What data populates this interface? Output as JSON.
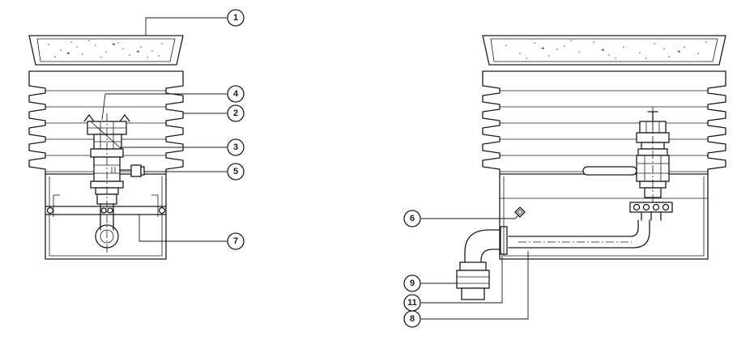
{
  "callouts": [
    {
      "id": "c1",
      "label": "1"
    },
    {
      "id": "c2",
      "label": "2"
    },
    {
      "id": "c3",
      "label": "3"
    },
    {
      "id": "c4",
      "label": "4"
    },
    {
      "id": "c5",
      "label": "5"
    },
    {
      "id": "c6",
      "label": "6"
    },
    {
      "id": "c7",
      "label": "7"
    },
    {
      "id": "c8",
      "label": "8"
    },
    {
      "id": "c9",
      "label": "9"
    },
    {
      "id": "c11",
      "label": "11"
    }
  ],
  "colors": {
    "line": "#1a1a1a",
    "background": "#ffffff"
  }
}
